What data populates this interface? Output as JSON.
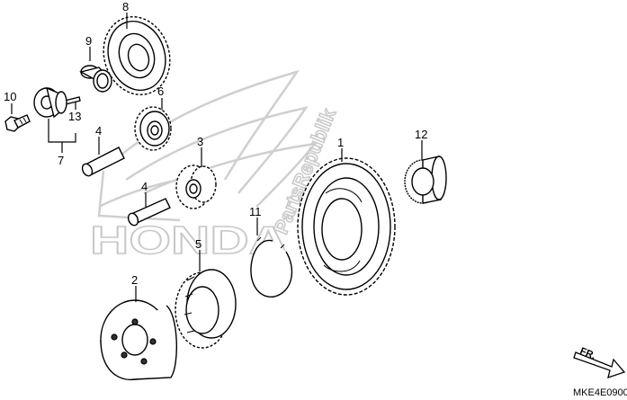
{
  "watermark": {
    "brand": "HONDA",
    "site": "PartsRepublik"
  },
  "callouts": [
    "8",
    "9",
    "10",
    "13",
    "7",
    "6",
    "4",
    "3",
    "4",
    "1",
    "12",
    "11",
    "5",
    "2"
  ],
  "direction_label": "FR.",
  "diagram_code": "MKE4E0900"
}
